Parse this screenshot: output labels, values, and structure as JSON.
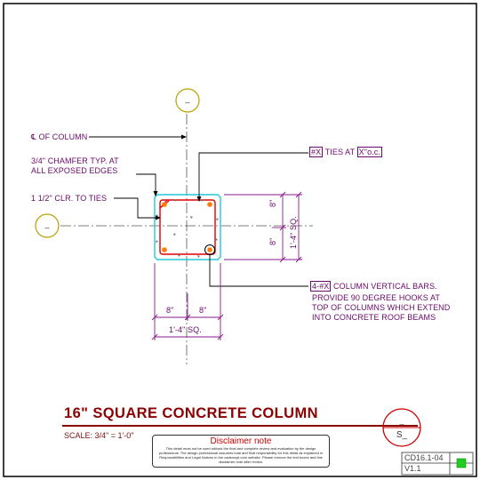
{
  "detail": {
    "title": "16\" SQUARE CONCRETE COLUMN",
    "scale": "SCALE: 3/4\" = 1'-0\"",
    "code": "CD16.1-04",
    "version": "V1.1",
    "section_ref": "S_",
    "grid_symbol": "_",
    "status_color": "#22cc22"
  },
  "notes": {
    "centerline": "℄ OF COLUMN",
    "chamfer_line1": "3/4\" CHAMFER TYP. AT",
    "chamfer_line2": "ALL EXPOSED EDGES",
    "clearance": "1 1/2\" CLR. TO TIES",
    "ties_tag": "#X",
    "ties_mid": "TIES AT",
    "ties_spacing": "X\"o.c.",
    "bars_tag": "4-#X",
    "bars_line1": "COLUMN VERTICAL BARS.",
    "bars_line2": "PROVIDE 90 DEGREE HOOKS AT",
    "bars_line3": "TOP OF COLUMNS WHICH EXTEND",
    "bars_line4": "INTO CONCRETE ROOF BEAMS"
  },
  "dimensions": {
    "half_left": "8\"",
    "half_right": "8\"",
    "width": "1'-4\" SQ.",
    "half_top": "8\"",
    "half_bottom": "8\"",
    "height": "1'-4\" SQ."
  },
  "disclaimer": {
    "heading": "Disclaimer note",
    "body": "This detail must not be used without the final and complete review and evaluation by the design professional. The design professional assumes total and final responsibility for this detail as explained in Responsibilities and Legal Notices in the cadsmcpt.com website. Please remove the text boxes and this disclaimer note after review."
  },
  "colors": {
    "border": "#000000",
    "centerline": "#555555",
    "leader": "#000000",
    "dimension": "#8a1a8a",
    "bubble": "#b8a000",
    "column_outline": "#22c8d8",
    "tie": "#e00000",
    "rebar": "#ff7a00",
    "title": "#8b0000"
  }
}
